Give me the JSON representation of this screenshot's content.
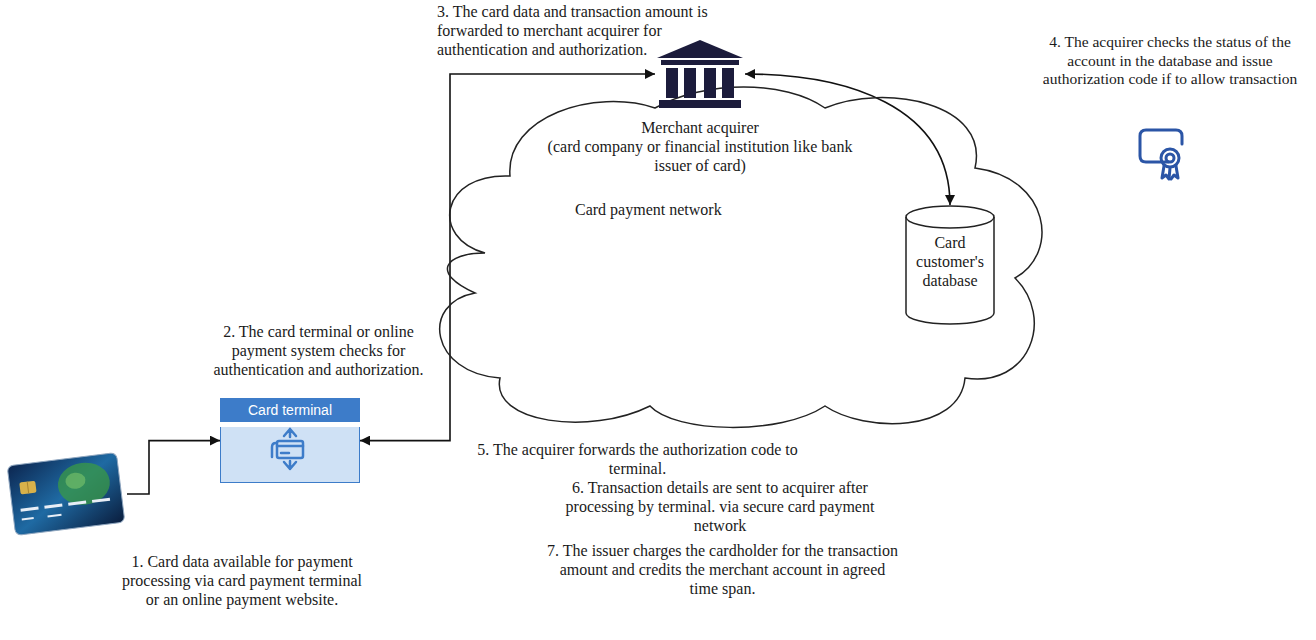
{
  "diagram": {
    "nodes": [
      {
        "text": [
          "Card payment network"
        ]
      },
      {
        "text": [
          "Merchant acquirer",
          "(card company or financial institution like bank issuer of card)"
        ],
        "in": 0
      },
      {
        "text": [
          "Card customer's database"
        ],
        "in": 0
      },
      {
        "text": [
          "Card terminal"
        ]
      },
      {
        "text": [
          "1. Card data available for payment processing via card payment terminal or an online payment website."
        ]
      }
    ],
    "edges": [
      {
        "from": 4,
        "to": 3,
        "arrow": "to"
      },
      {
        "from": 3,
        "to": 1,
        "arrow": "both"
      },
      {
        "from": 1,
        "to": 2,
        "arrow": "both"
      }
    ],
    "labels": [
      "2. The card terminal or online payment system checks for authentication and authorization.",
      "3. The card data and transaction amount is forwarded to merchant acquirer for authentication and authorization.",
      "4. The acquirer checks the status of the account in the database and issue authorization code if to allow transaction",
      "5. The acquirer forwards the authorization code to terminal.",
      "6. Transaction details are sent to acquirer after processing by terminal. via secure card payment network",
      "7. The issuer charges the cardholder for the transaction amount and credits the merchant account in agreed time span."
    ]
  }
}
